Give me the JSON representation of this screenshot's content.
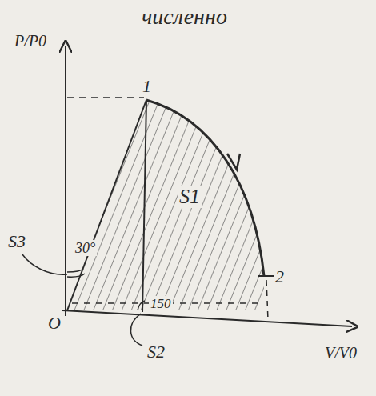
{
  "diagram": {
    "labels": [
      "численно",
      "P/P0",
      "1",
      "2",
      "S1",
      "S3",
      "30°",
      "150",
      "S2",
      "O",
      "V/V0"
    ]
  }
}
